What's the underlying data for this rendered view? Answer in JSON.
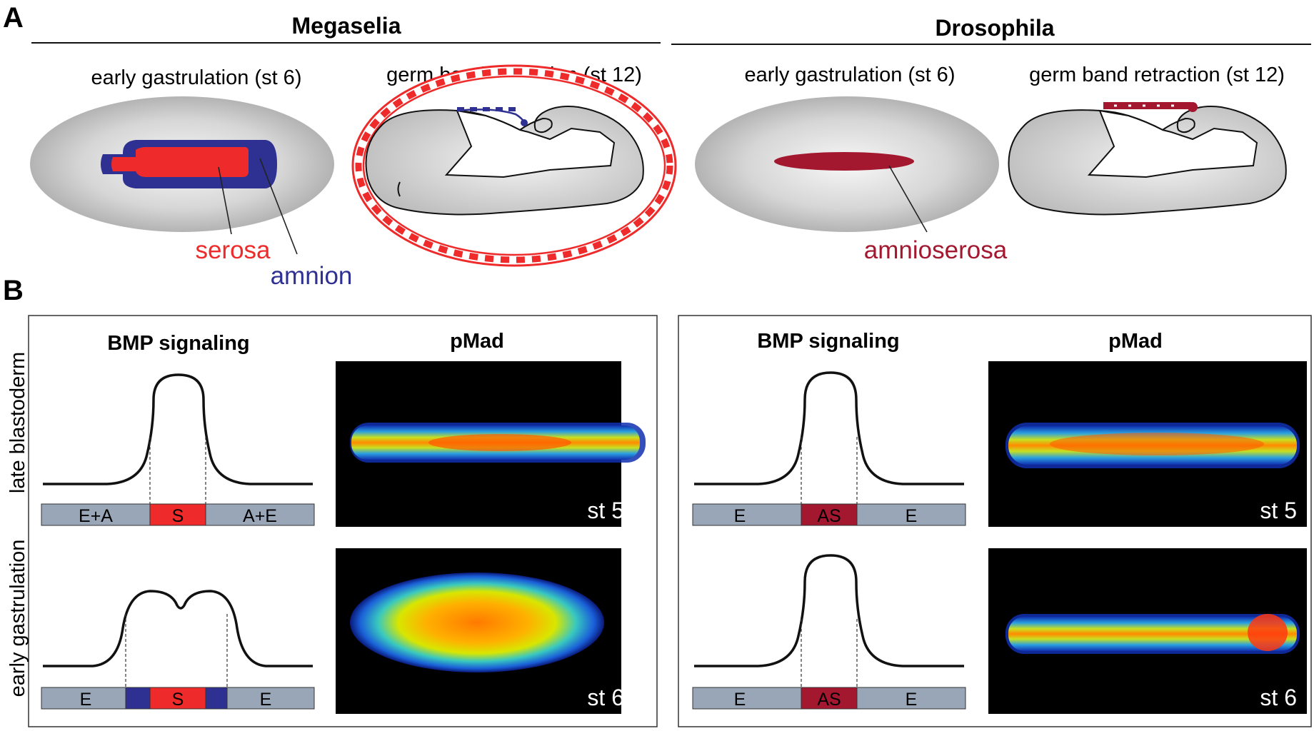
{
  "panel_a": {
    "label": "A",
    "megaselia": {
      "title": "Megaselia",
      "stage_early": "early gastrulation (st 6)",
      "stage_late": "germ band retraction (st 12)",
      "label_serosa": "serosa",
      "label_amnion": "amnion"
    },
    "drosophila": {
      "title": "Drosophila",
      "stage_early": "early gastrulation (st 6)",
      "stage_late": "germ band retraction (st 12)",
      "label_amnioserosa": "amnioserosa"
    }
  },
  "panel_b": {
    "label": "B",
    "row_late": "late blastoderm",
    "row_early": "early gastrulation",
    "megaselia": {
      "bmp_title": "BMP signaling",
      "pmad_title": "pMad",
      "bar_top": [
        "E+A",
        "S",
        "A+E"
      ],
      "bar_bottom": [
        "E",
        "S",
        "E"
      ],
      "stage_top": "st 5",
      "stage_bottom": "st 6"
    },
    "drosophila": {
      "bmp_title": "BMP signaling",
      "pmad_title": "pMad",
      "bar_top": [
        "E",
        "AS",
        "E"
      ],
      "bar_bottom": [
        "E",
        "AS",
        "E"
      ],
      "stage_top": "st 5",
      "stage_bottom": "st 6"
    }
  },
  "colors": {
    "serosa": "#ee2a2a",
    "amnion": "#2e3192",
    "amnioserosa": "#a3182f",
    "bar_gray": "#98a6b8"
  }
}
